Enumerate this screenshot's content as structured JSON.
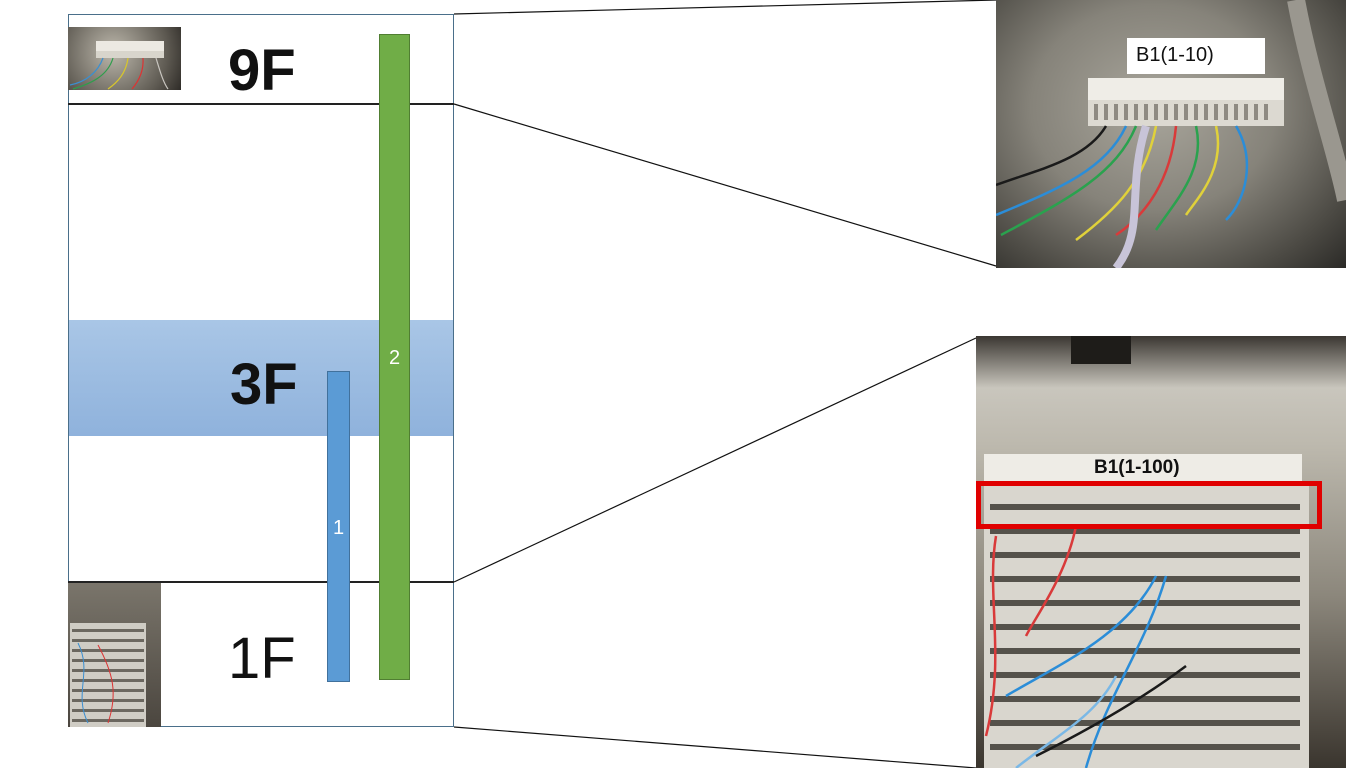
{
  "floors": {
    "f9": "9F",
    "f3": "3F",
    "f1": "1F"
  },
  "risers": {
    "r1": "1",
    "r2": "2"
  },
  "callouts": {
    "top_label": "B1(1-10)",
    "bottom_label": "B1(1-100)"
  },
  "colors": {
    "riser_1": "#5b9bd5",
    "riser_2": "#70ad47",
    "floor_3_band": "#9dbfe3",
    "highlight": "#e00000"
  }
}
